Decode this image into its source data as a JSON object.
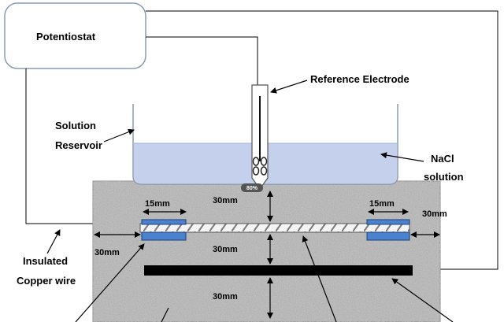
{
  "labels": {
    "potentiostat": "Potentiostat",
    "reference_electrode": "Reference Electrode",
    "solution_line1": "Solution",
    "solution_line2": "Reservoir",
    "nacl_line1": "NaCl",
    "nacl_line2": "solution",
    "insulated_line1": "Insulated",
    "insulated_line2": "Copper wire",
    "zoom_badge": "80%"
  },
  "dimensions": {
    "left_cap_width": "15mm",
    "right_cap_width": "15mm",
    "top_cover": "30mm",
    "side_cover_right": "30mm",
    "side_cover_left": "30mm",
    "bar_spacing": "30mm",
    "bottom_cover": "30mm"
  },
  "colors": {
    "solution": "#c5d0ec",
    "cap": "#4a82cf",
    "concrete": "#b7b7b7",
    "counter_electrode": "#000000",
    "badge": "#555555"
  }
}
